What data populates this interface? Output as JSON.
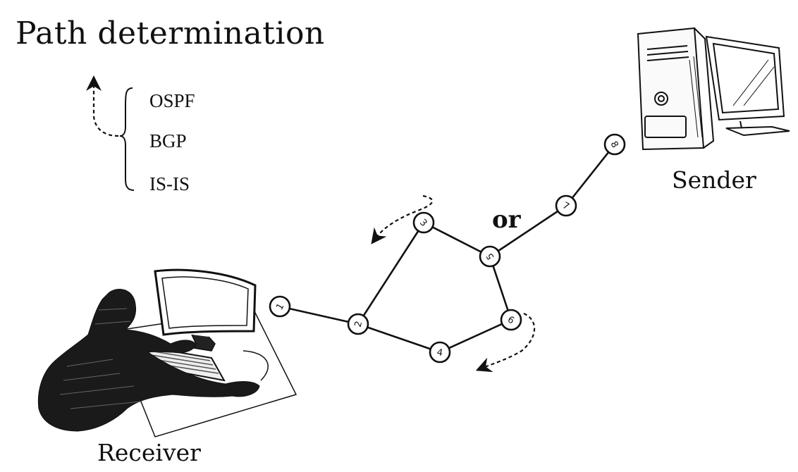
{
  "title": "Path determination",
  "protocols": [
    "OSPF",
    "BGP",
    "IS-IS"
  ],
  "connector": "or",
  "sender_label": "Sender",
  "receiver_label": "Receiver",
  "nodes": [
    {
      "id": "1",
      "label": "1"
    },
    {
      "id": "2",
      "label": "2"
    },
    {
      "id": "3",
      "label": "3"
    },
    {
      "id": "4",
      "label": "4"
    },
    {
      "id": "5",
      "label": "5"
    },
    {
      "id": "6",
      "label": "6"
    },
    {
      "id": "7",
      "label": "7"
    },
    {
      "id": "8",
      "label": "8"
    }
  ],
  "links": [
    [
      "1",
      "2"
    ],
    [
      "2",
      "3"
    ],
    [
      "2",
      "4"
    ],
    [
      "3",
      "5"
    ],
    [
      "4",
      "6"
    ],
    [
      "6",
      "5"
    ],
    [
      "5",
      "7"
    ],
    [
      "7",
      "8"
    ]
  ],
  "icons": {
    "sender": "desktop-computer-icon",
    "receiver": "person-at-computer-icon"
  }
}
